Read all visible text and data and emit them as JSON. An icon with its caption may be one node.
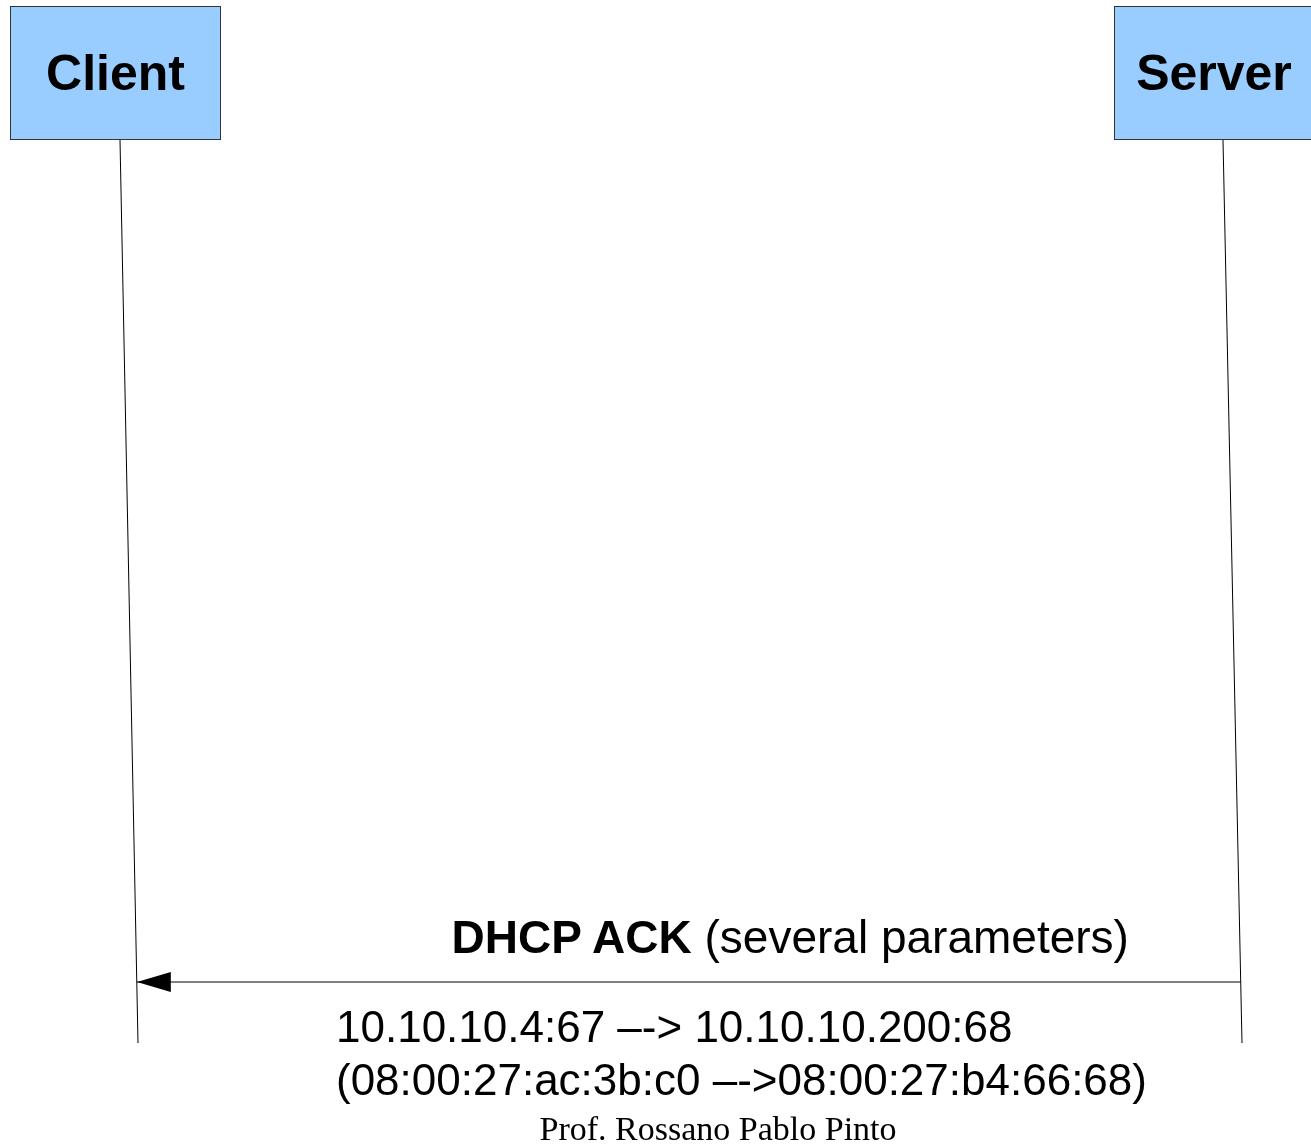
{
  "diagram": {
    "caption": "Prof. Rossano Pablo Pinto",
    "nodes": [
      {
        "text": [
          "Client"
        ]
      },
      {
        "text": [
          "Server"
        ]
      }
    ],
    "edges": [
      {
        "from": 1,
        "to": 0,
        "arrow": "to",
        "label": "**DHCP ACK** (several parameters)"
      }
    ],
    "labels": [
      "10.10.10.4:67 –-> 10.10.10.200:68",
      "(08:00:27:ac:3b:c0 –->08:00:27:b4:66:68)"
    ]
  }
}
